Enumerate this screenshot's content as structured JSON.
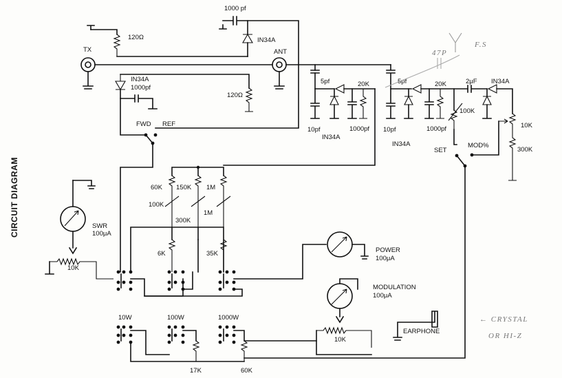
{
  "title": "CIRCUIT DIAGRAM",
  "labels": {
    "tx": "TX",
    "ant": "ANT",
    "r120_top": "120Ω",
    "r120_mid": "120Ω",
    "c1000_top": "1000 pf",
    "d_top": "IN34A",
    "d_fwd": "IN34A",
    "c1000_fwd": "1000pf",
    "fwd": "FWD",
    "ref": "REF",
    "c5pf_1": "5pf",
    "c5pf_2": "5pf",
    "c10pf_1": "10pf",
    "c10pf_2": "10pf",
    "d_in34a_1": "IN34A",
    "d_in34a_2": "IN34A",
    "d_in34a_3": "IN34A",
    "r20k_1": "20K",
    "r20k_2": "20K",
    "c1000pf_1": "1000pf",
    "c1000pf_2": "1000pf",
    "c2uf": "2μF",
    "r100k_set": "100K",
    "r10k_mod": "10K",
    "r300k_mod": "300K",
    "set": "SET",
    "mod": "MOD%",
    "r60k": "60K",
    "r150k": "150K",
    "r1m_a": "1M",
    "r100k": "100K",
    "r300k": "300K",
    "r1m_b": "1M",
    "r6k": "6K",
    "r35k": "35K",
    "swr": "SWR",
    "swr_range": "100μA",
    "r10k_swr": "10K",
    "power": "POWER",
    "power_range": "100μA",
    "modulation": "MODULATION",
    "modulation_range": "100μA",
    "r10k_meter": "10K",
    "earphone": "EARPHONE",
    "w10": "10W",
    "w100": "100W",
    "w1000": "1000W",
    "r17k": "17K",
    "r60k_b": "60K"
  },
  "handwritten": {
    "c47p": "47P",
    "fs": "F.S",
    "crystal": "← CRYSTAL",
    "hiz": "OR HI-Z"
  }
}
